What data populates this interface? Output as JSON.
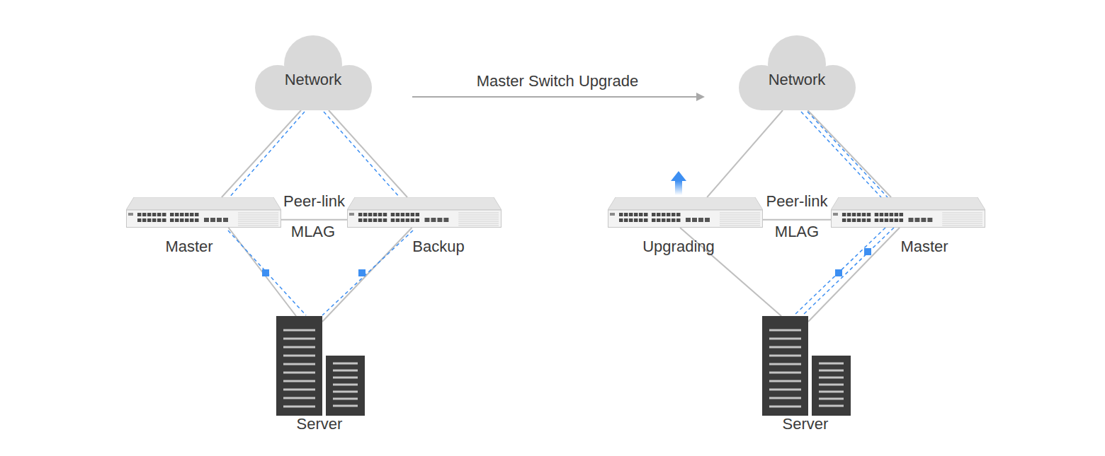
{
  "diagram": {
    "nodes": [
      {
        "text": [
          "Network"
        ]
      },
      {
        "text": [
          "Master"
        ]
      },
      {
        "text": [
          "Backup"
        ]
      },
      {
        "text": [
          "Server"
        ]
      },
      {
        "text": [
          "Network"
        ]
      },
      {
        "text": [
          "Upgrading"
        ]
      },
      {
        "text": [
          "Master"
        ]
      },
      {
        "text": [
          "Server"
        ]
      }
    ],
    "edges": [
      {
        "from": 0,
        "to": 1,
        "arrow": "none"
      },
      {
        "from": 0,
        "to": 2,
        "arrow": "none"
      },
      {
        "from": 1,
        "to": 2,
        "label": "Peer-link",
        "arrow": "none"
      },
      {
        "from": 1,
        "to": 3,
        "arrow": "none"
      },
      {
        "from": 2,
        "to": 3,
        "arrow": "none"
      },
      {
        "from": 4,
        "to": 5,
        "arrow": "none"
      },
      {
        "from": 4,
        "to": 6,
        "arrow": "none"
      },
      {
        "from": 5,
        "to": 6,
        "label": "Peer-link",
        "arrow": "none"
      },
      {
        "from": 5,
        "to": 7,
        "arrow": "none"
      },
      {
        "from": 6,
        "to": 7,
        "arrow": "none"
      }
    ],
    "labels": [
      "Master Switch Upgrade",
      "MLAG",
      "MLAG"
    ]
  }
}
